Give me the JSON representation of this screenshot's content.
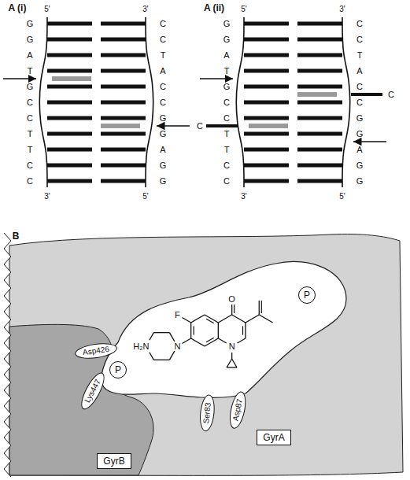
{
  "diagram": {
    "nodes": [
      {
        "text": [
          "P"
        ]
      },
      {
        "text": [
          "Asp426"
        ]
      },
      {
        "text": [
          "P"
        ]
      },
      {
        "text": [
          "Lys447"
        ]
      },
      {
        "text": [
          "Ser83"
        ]
      },
      {
        "text": [
          "Asp87"
        ]
      },
      {
        "text": [
          "GyrA"
        ]
      },
      {
        "text": [
          "GyrB"
        ]
      }
    ],
    "labels": [
      "A (i)",
      "5'",
      "3'",
      "G",
      "G",
      "A",
      "T",
      "G",
      "C",
      "C",
      "T",
      "T",
      "C",
      "C",
      "C",
      "C",
      "T",
      "A",
      "C",
      "C",
      "G",
      "G",
      "A",
      "G",
      "G",
      "3'",
      "5'",
      "A (ii)",
      "5'",
      "3'",
      "G",
      "G",
      "A",
      "T",
      "G",
      "C",
      "C",
      "T",
      "T",
      "C",
      "C",
      "C",
      "C",
      "T",
      "A",
      "C",
      "C",
      "G",
      "G",
      "A",
      "G",
      "G",
      "C",
      "C",
      "3'",
      "5'",
      "B",
      "F",
      "O",
      "N",
      "N",
      "H₂N"
    ]
  }
}
